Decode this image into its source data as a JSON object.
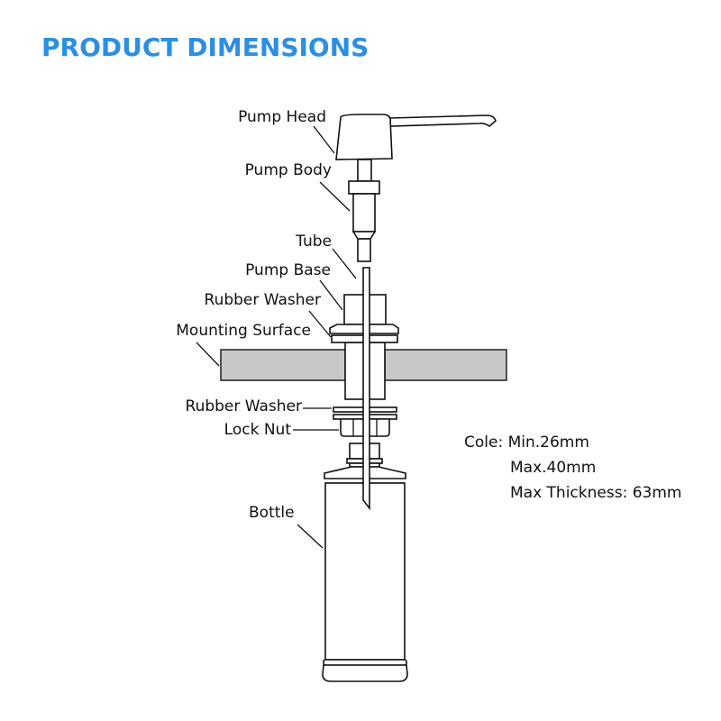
{
  "title": "PRODUCT DIMENSIONS",
  "colors": {
    "title": "#2b8fe3",
    "surface": "#c8c8c8"
  },
  "labels": {
    "pump_head": "Pump Head",
    "pump_body": "Pump Body",
    "tube": "Tube",
    "pump_base": "Pump Base",
    "rubber_washer_top": "Rubber Washer",
    "mounting_surface": "Mounting Surface",
    "rubber_washer_bottom": "Rubber Washer",
    "lock_nut": "Lock Nut",
    "bottle": "Bottle"
  },
  "specs": {
    "line1": "Cole: Min.26mm",
    "line2": "Max.40mm",
    "line3": "Max Thickness: 63mm"
  }
}
